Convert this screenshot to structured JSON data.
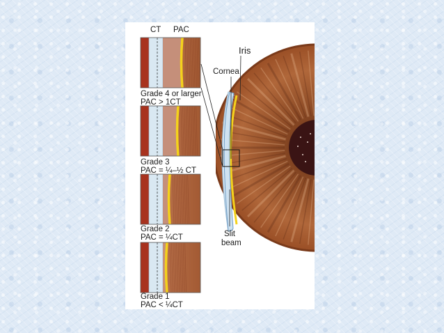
{
  "labels": {
    "ct": "CT",
    "pac": "PAC",
    "iris": "Iris",
    "cornea": "Cornea",
    "slit_line1": "Slit",
    "slit_line2": "beam"
  },
  "grades": [
    {
      "title": "Grade 4 or larger",
      "rule": "PAC > 1CT"
    },
    {
      "title": "Grade 3",
      "rule": "PAC = ¼–½ CT"
    },
    {
      "title": "Grade 2",
      "rule": "PAC = ¼CT"
    },
    {
      "title": "Grade 1",
      "rule": "PAC < ¼CT"
    }
  ],
  "colors": {
    "iris_brown": "#9a4f26",
    "pupil": "#3a1414",
    "sclera_red": "#a8321e",
    "cornea_blue": "#d9e8f2",
    "aqueous_yellow": "#f4d21c"
  }
}
